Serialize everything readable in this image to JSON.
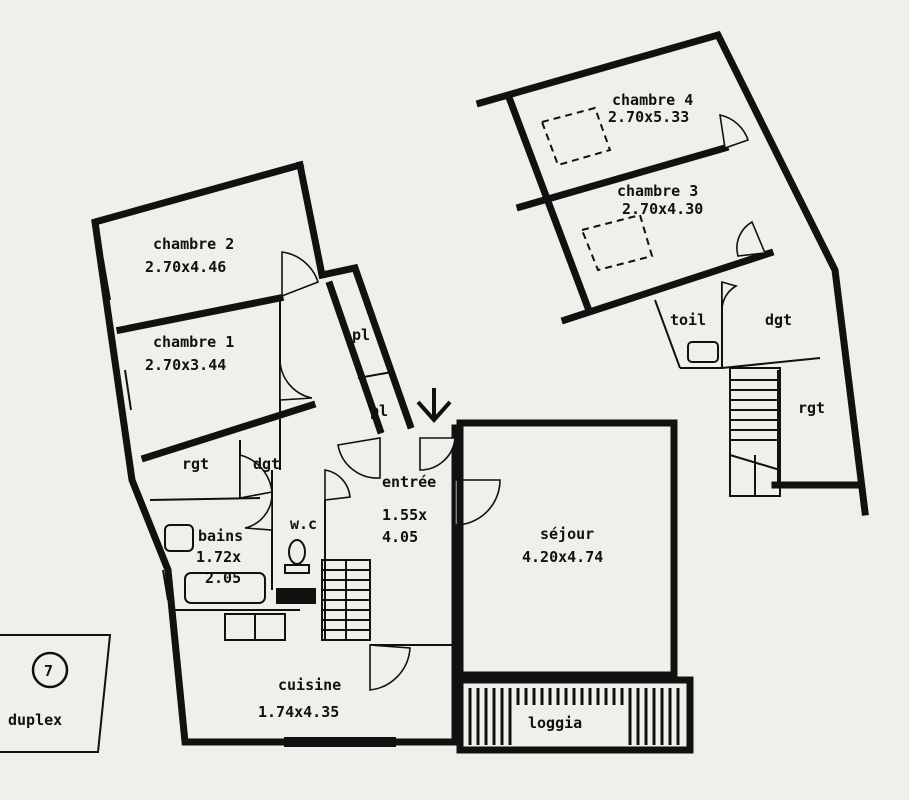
{
  "colors": {
    "paper": "#f1efe9",
    "ink": "#111111"
  },
  "icons": {
    "entrance": "arrow-down-icon"
  },
  "lower_floor": {
    "rooms": {
      "chambre_2": {
        "name": "chambre 2",
        "dims": "2.70x4.46"
      },
      "chambre_1": {
        "name": "chambre 1",
        "dims": "2.70x3.44"
      },
      "rgt": {
        "name": "rgt"
      },
      "dgt": {
        "name": "dgt"
      },
      "pl_top": {
        "name": "pl"
      },
      "pl_bottom": {
        "name": "pl"
      },
      "entree": {
        "name": "entrée",
        "dims_line1": "1.55x",
        "dims_line2": "4.05"
      },
      "wc": {
        "name": "w.c"
      },
      "bains": {
        "name": "bains",
        "dims_line1": "1.72x",
        "dims_line2": "2.05"
      },
      "sejour": {
        "name": "séjour",
        "dims": "4.20x4.74"
      },
      "cuisine": {
        "name": "cuisine",
        "dims": "1.74x4.35"
      },
      "loggia": {
        "name": "loggia"
      }
    }
  },
  "upper_floor": {
    "rooms": {
      "chambre_4": {
        "name": "chambre 4",
        "dims": "2.70x5.33"
      },
      "chambre_3": {
        "name": "chambre 3",
        "dims": "2.70x4.30"
      },
      "toil": {
        "name": "toil"
      },
      "dgt": {
        "name": "dgt"
      },
      "rgt": {
        "name": "rgt"
      }
    }
  },
  "badge": {
    "number": "7",
    "label": "duplex"
  }
}
